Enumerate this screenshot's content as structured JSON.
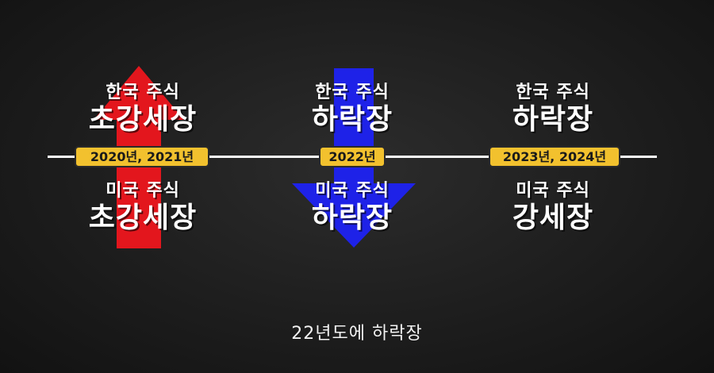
{
  "colors": {
    "up_arrow": "#e3161d",
    "down_arrow": "#1e22e8",
    "badge": "#f2c12e",
    "line": "#ffffff"
  },
  "columns": [
    {
      "year_badge": "2020년,  2021년",
      "top_small": "한국 주식",
      "top_big": "초강세장",
      "bottom_small": "미국 주식",
      "bottom_big": "초강세장",
      "arrow": "up-arrow"
    },
    {
      "year_badge": "2022년",
      "top_small": "한국 주식",
      "top_big": "하락장",
      "bottom_small": "미국 주식",
      "bottom_big": "하락장",
      "arrow": "down-arrow"
    },
    {
      "year_badge": "2023년, 2024년",
      "top_small": "한국 주식",
      "top_big": "하락장",
      "bottom_small": "미국 주식",
      "bottom_big": "강세장",
      "arrow": ""
    }
  ],
  "subtitle": "22년도에 하락장"
}
